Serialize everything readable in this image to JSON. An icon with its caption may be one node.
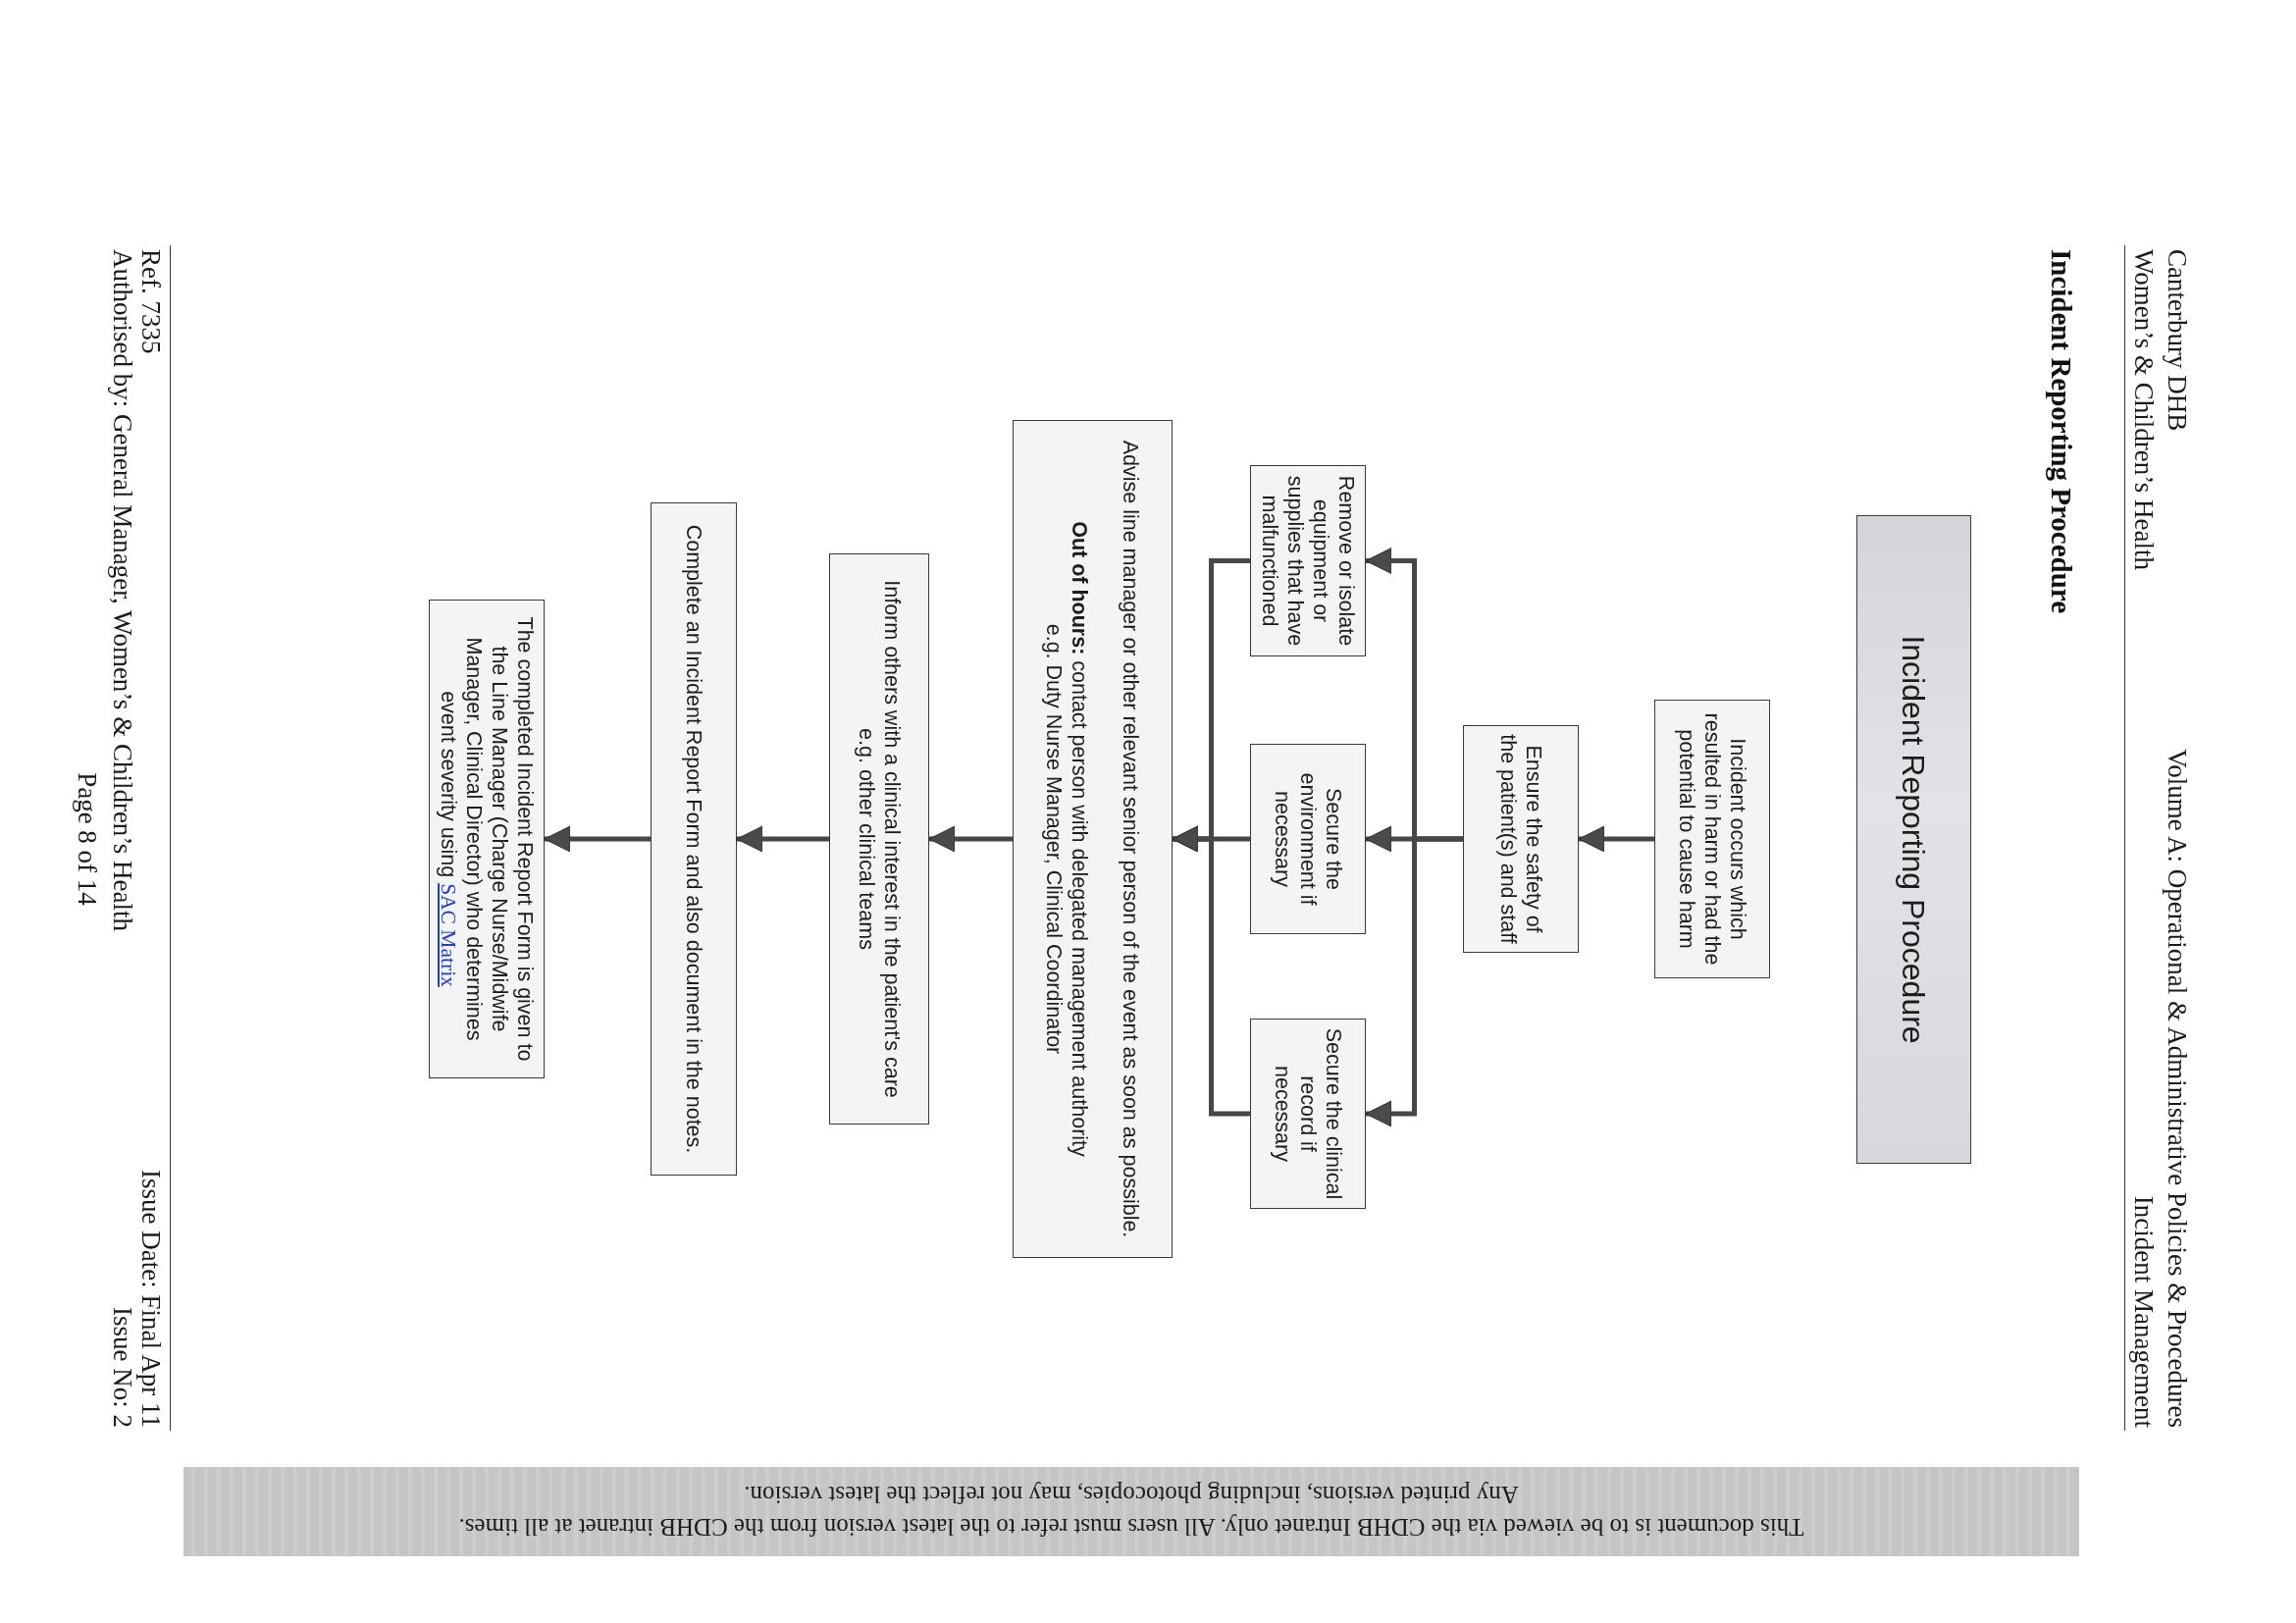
{
  "diagram": {
    "title": "Incident Reporting Procedure",
    "nodes": [
      {
        "text": [
          "Incident Reporting Procedure"
        ]
      },
      {
        "text": [
          "Incident occurs which resulted in harm or had the potential to cause harm"
        ]
      },
      {
        "text": [
          "Ensure the safety of the patient(s) and staff"
        ]
      },
      {
        "text": [
          "Remove or isolate equipment or supplies that have malfunctioned"
        ]
      },
      {
        "text": [
          "Secure the environment if necessary"
        ]
      },
      {
        "text": [
          "Secure the clinical record if necessary"
        ]
      },
      {
        "text": [
          "Advise line manager or other relevant senior person of the event as soon as possible.",
          "**Out of hours:** contact person with delegated management authority",
          "e.g. Duty Nurse Manager, Clinical Coordinator"
        ]
      },
      {
        "text": [
          "Inform others with a clinical interest in the patient's care",
          "e.g. other clinical teams"
        ]
      },
      {
        "text": [
          "Complete an Incident Report Form and also document in the notes."
        ]
      },
      {
        "text": [
          "The completed Incident Report Form is given to the Line Manager (Charge Nurse/Midwife Manager, Clinical Director) who determines event severity using",
          "SAC Matrix"
        ]
      },
      {
        "text": [
          "This document is to be viewed via the CDHB Intranet only. All users must refer to the latest version from the CDHB intranet at all times.",
          "Any printed versions, including photocopies, may not reflect the latest version."
        ]
      }
    ],
    "edges": [
      {
        "from": 1,
        "to": 2,
        "arrow": "to"
      },
      {
        "from": 2,
        "to": 3,
        "arrow": "to"
      },
      {
        "from": 2,
        "to": 4,
        "arrow": "to"
      },
      {
        "from": 2,
        "to": 5,
        "arrow": "to"
      },
      {
        "from": 3,
        "to": 6,
        "arrow": "to"
      },
      {
        "from": 4,
        "to": 6,
        "arrow": "to"
      },
      {
        "from": 5,
        "to": 6,
        "arrow": "to"
      },
      {
        "from": 6,
        "to": 7,
        "arrow": "to"
      },
      {
        "from": 7,
        "to": 8,
        "arrow": "to"
      },
      {
        "from": 8,
        "to": 9,
        "arrow": "to"
      }
    ],
    "labels": [
      "Canterbury DHB",
      "Volume A: Operational & Administrative Policies & Procedures",
      "Women’s & Children’s Health",
      "Incident Management",
      "Ref. 7335",
      "Issue Date: Final Apr 11",
      "Authorised by: General Manager, Women’s & Children’s Health",
      "Issue No: 2",
      "Page 8 of 14"
    ]
  }
}
